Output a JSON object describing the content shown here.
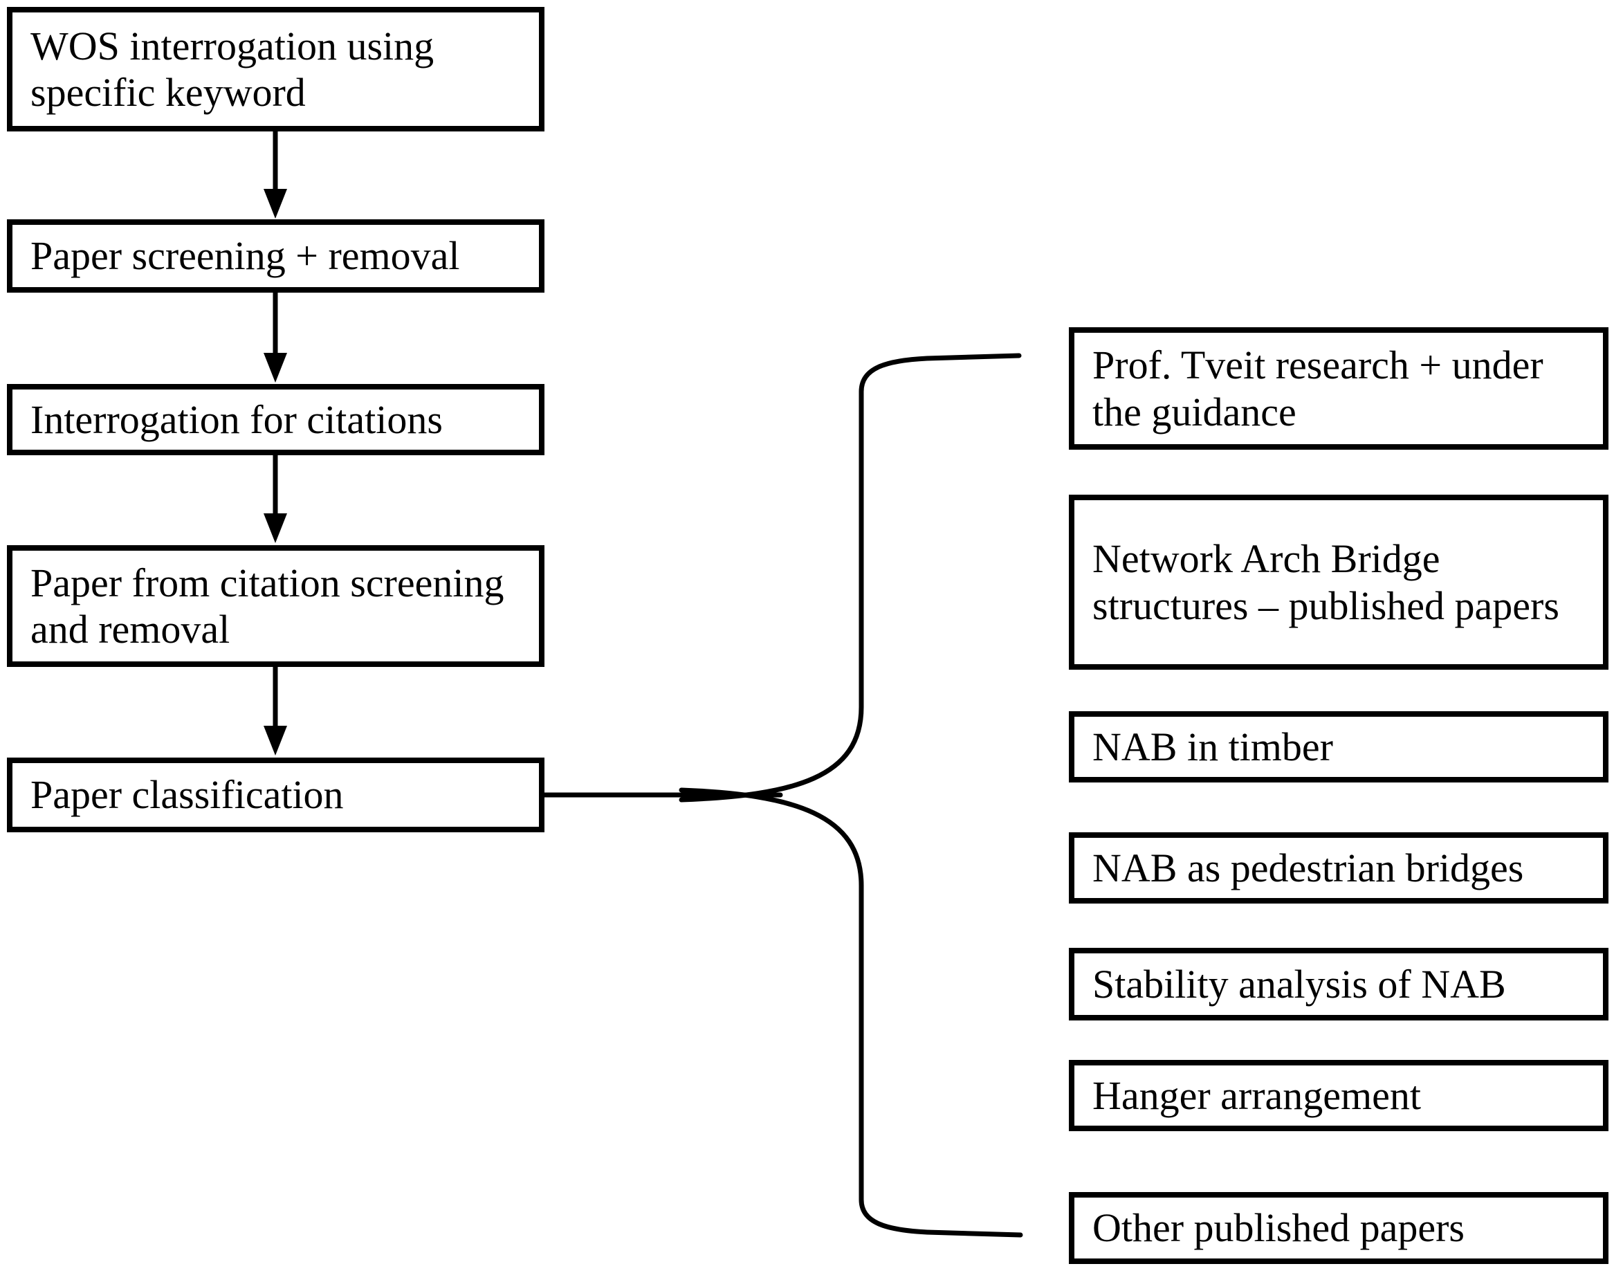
{
  "figure": {
    "background": "#ffffff",
    "stroke_color": "#000000",
    "left_flow": [
      {
        "label": "WOS interrogation using specific keyword"
      },
      {
        "label": "Paper screening + removal"
      },
      {
        "label": "Interrogation for citations"
      },
      {
        "label": "Paper from citation screening and removal"
      },
      {
        "label": "Paper classification"
      }
    ],
    "right_categories": [
      {
        "label": "Prof. Tveit research + under the guidance"
      },
      {
        "label": "Network Arch Bridge structures – published papers"
      },
      {
        "label": "NAB in timber"
      },
      {
        "label": "NAB as pedestrian bridges"
      },
      {
        "label": "Stability analysis of NAB"
      },
      {
        "label": "Hanger arrangement"
      },
      {
        "label": "Other published papers"
      }
    ]
  }
}
